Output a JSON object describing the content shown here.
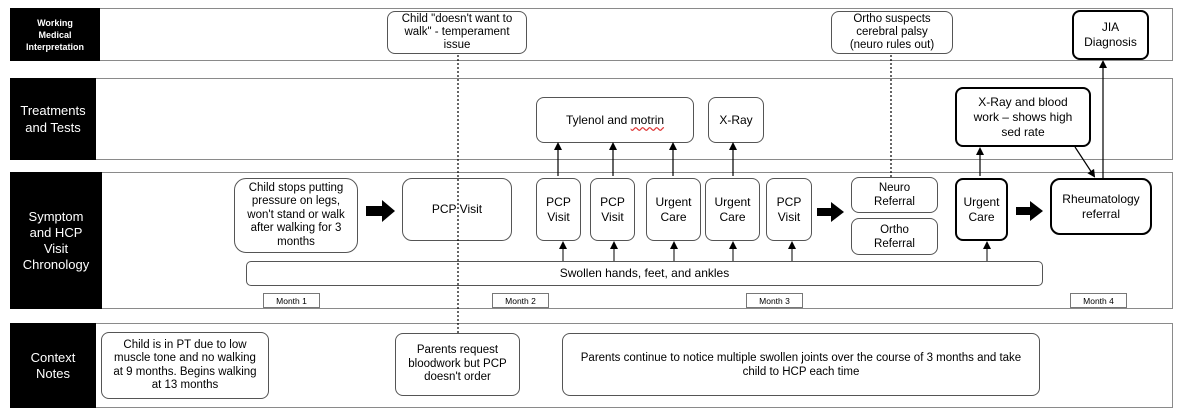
{
  "lanes": {
    "interpretation": "Working\nMedical\nInterpretation",
    "treatments": "Treatments\nand Tests",
    "chronology": "Symptom\nand HCP\nVisit\nChronology",
    "context": "Context\nNotes"
  },
  "interpretation": {
    "temperament": "Child \"doesn't want to\nwalk\" - temperament\nissue",
    "ortho_suspects": "Ortho suspects\ncerebral palsy\n(neuro rules out)",
    "jia": "JIA\nDiagnosis"
  },
  "treatments": {
    "tylenol_pre": "Tylenol and ",
    "tylenol_word": "motrin",
    "xray": "X-Ray",
    "xray_blood": "X-Ray and blood\nwork – shows high\nsed rate"
  },
  "chronology": {
    "child_stops": "Child stops putting\npressure on legs,\nwon't stand or walk\nafter walking for 3\nmonths",
    "pcp_visit_first": "PCP Visit",
    "pcp_visit_2": "PCP\nVisit",
    "pcp_visit_3": "PCP\nVisit",
    "urgent_care_1": "Urgent\nCare",
    "urgent_care_2": "Urgent\nCare",
    "pcp_visit_4": "PCP\nVisit",
    "neuro_referral": "Neuro\nReferral",
    "ortho_referral": "Ortho\nReferral",
    "urgent_care_3": "Urgent\nCare",
    "rheumatology": "Rheumatology\nreferral",
    "swollen": "Swollen hands, feet, and ankles"
  },
  "months": [
    "Month 1",
    "Month 2",
    "Month 3",
    "Month 4"
  ],
  "context": {
    "pt_note": "Child is in PT due to low\nmuscle tone and no walking\nat 9 months. Begins walking\nat 13 months",
    "bloodwork_note": "Parents request\nbloodwork but PCP\ndoesn't order",
    "swollen_note": "Parents continue to notice multiple swollen joints over the course of 3 months and take\nchild to HCP each time"
  }
}
